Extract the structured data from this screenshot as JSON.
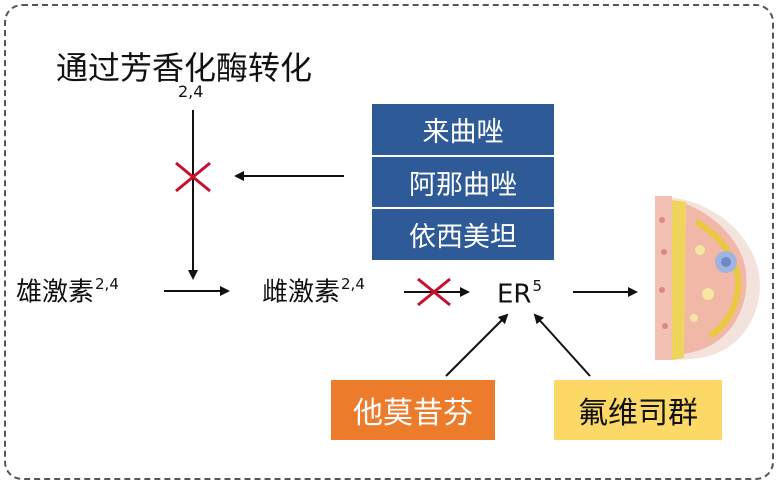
{
  "title": "通过芳香化酶转化",
  "title_ref": "2,4",
  "inhibitors": [
    "来曲唑",
    "阿那曲唑",
    "依西美坦"
  ],
  "nodes": {
    "androgen": {
      "label": "雄激素",
      "ref": "2,4"
    },
    "estrogen": {
      "label": "雌激素",
      "ref": "2,4"
    },
    "er": {
      "label": "ER",
      "ref": "5"
    }
  },
  "drugs": {
    "tamoxifen": "他莫昔芬",
    "fulvestrant": "氟维司群"
  },
  "colors": {
    "inhibitor_box": "#2e5a97",
    "tamoxifen_box": "#ec7b2c",
    "fulvestrant_box": "#fcd967",
    "block_mark": "#c8102e"
  },
  "icons": [
    "block-x-icon",
    "breast-illustration"
  ]
}
